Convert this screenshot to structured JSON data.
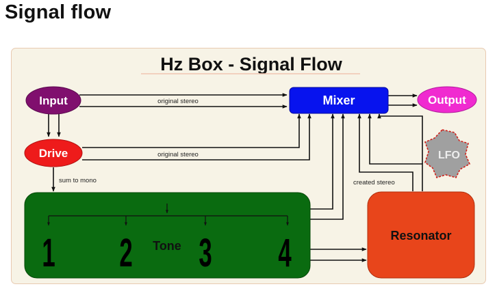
{
  "page": {
    "heading": "Signal flow"
  },
  "diagram": {
    "title": "Hz Box - Signal Flow",
    "nodes": {
      "input": "Input",
      "drive": "Drive",
      "mixer": "Mixer",
      "output": "Output",
      "lfo": "LFO",
      "tone": "Tone",
      "resonator": "Resonator"
    },
    "tone_bands": [
      "1",
      "2",
      "3",
      "4"
    ],
    "edge_labels": {
      "input_to_mixer": "original stereo",
      "drive_to_mixer": "original stereo",
      "drive_to_tone": "sum to mono",
      "resonator_to_mixer": "created stereo"
    },
    "colors": {
      "input": "#800f6e",
      "drive": "#ee1b1b",
      "mixer": "#0713ee",
      "output": "#f02ad0",
      "tone": "#0a6b10",
      "resonator": "#e8451b",
      "lfo": "#a0a0a0"
    }
  }
}
